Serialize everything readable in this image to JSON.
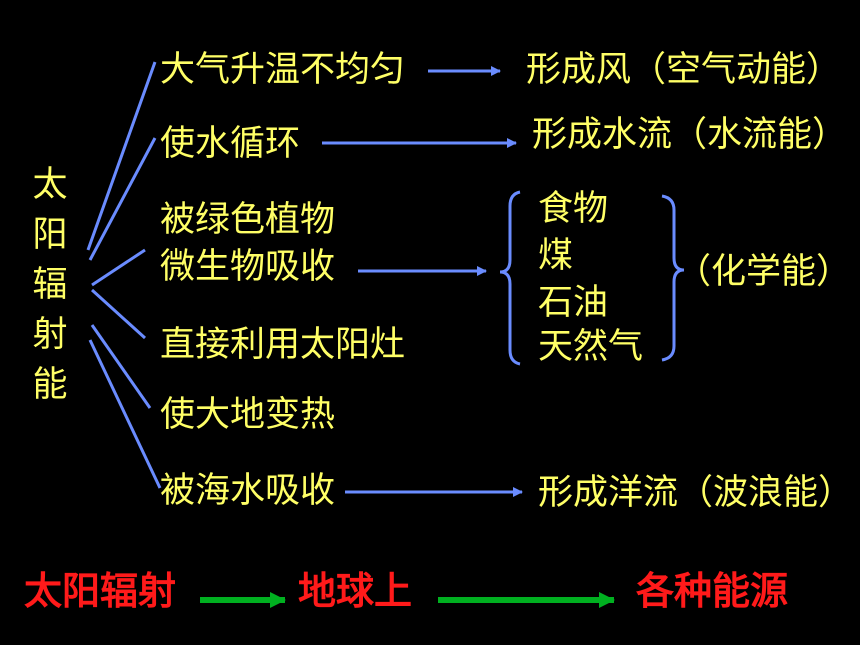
{
  "source": "太阳\n辐\n射\n能",
  "branches": [
    {
      "text": "大气升温不均匀",
      "result": "形成风（空气动能）"
    },
    {
      "text": "使水循环",
      "result": "形成水流（水流能）"
    },
    {
      "text": "被绿色植物",
      "line2": "微生物吸收"
    },
    {
      "text": "直接利用太阳灶"
    },
    {
      "text": "使大地变热"
    },
    {
      "text": "被海水吸收",
      "result": "形成洋流（波浪能）"
    }
  ],
  "chemical_items": [
    "食物",
    "煤",
    "石油",
    "天然气"
  ],
  "chemical_label": "（化学能）",
  "bottom_chain": [
    "太阳辐射",
    "地球上",
    "各种能源"
  ],
  "colors": {
    "text": "#ffff66",
    "lines": "#6a8cff",
    "bottom_text": "#ff1a1a",
    "bottom_arrows": "#00b020"
  }
}
